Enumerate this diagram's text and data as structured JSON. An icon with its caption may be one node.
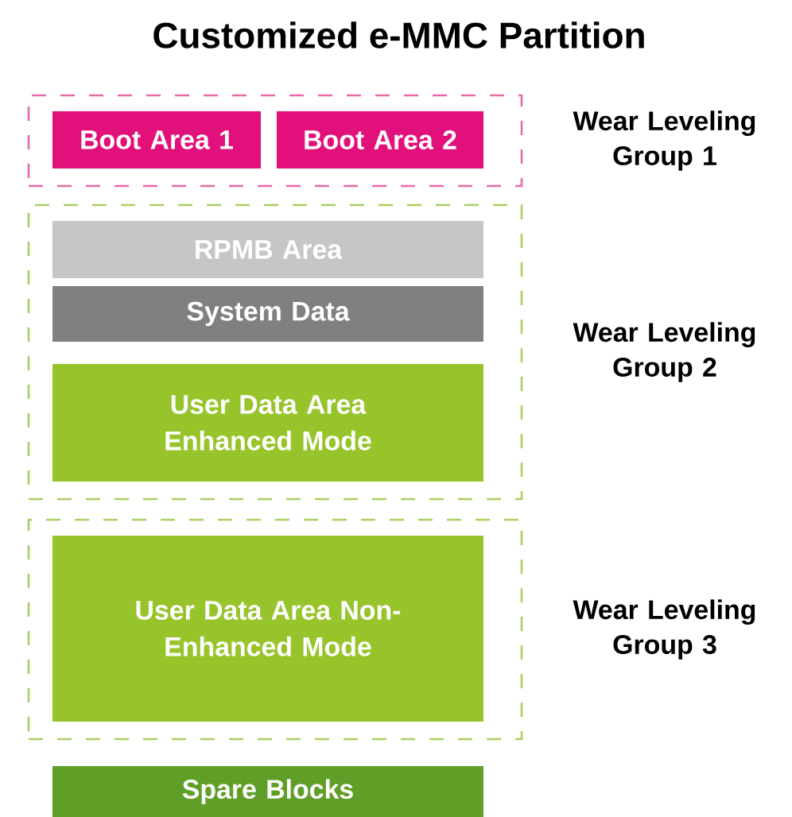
{
  "diagram": {
    "title": "Customized e-MMC Partition",
    "nodes": [
      {
        "text": [
          "Wear Leveling Group 1"
        ]
      },
      {
        "text": [
          "Boot Area 1"
        ],
        "in": 0
      },
      {
        "text": [
          "Boot Area 2"
        ],
        "in": 0
      },
      {
        "text": [
          "Wear Leveling Group 2"
        ]
      },
      {
        "text": [
          "RPMB Area"
        ],
        "in": 3
      },
      {
        "text": [
          "System Data"
        ],
        "in": 3
      },
      {
        "text": [
          "User Data Area Enhanced Mode"
        ],
        "in": 3
      },
      {
        "text": [
          "Wear Leveling Group 3"
        ]
      },
      {
        "text": [
          "User Data Area Non-Enhanced Mode"
        ],
        "in": 7
      },
      {
        "text": [
          "Spare Blocks"
        ]
      }
    ]
  }
}
